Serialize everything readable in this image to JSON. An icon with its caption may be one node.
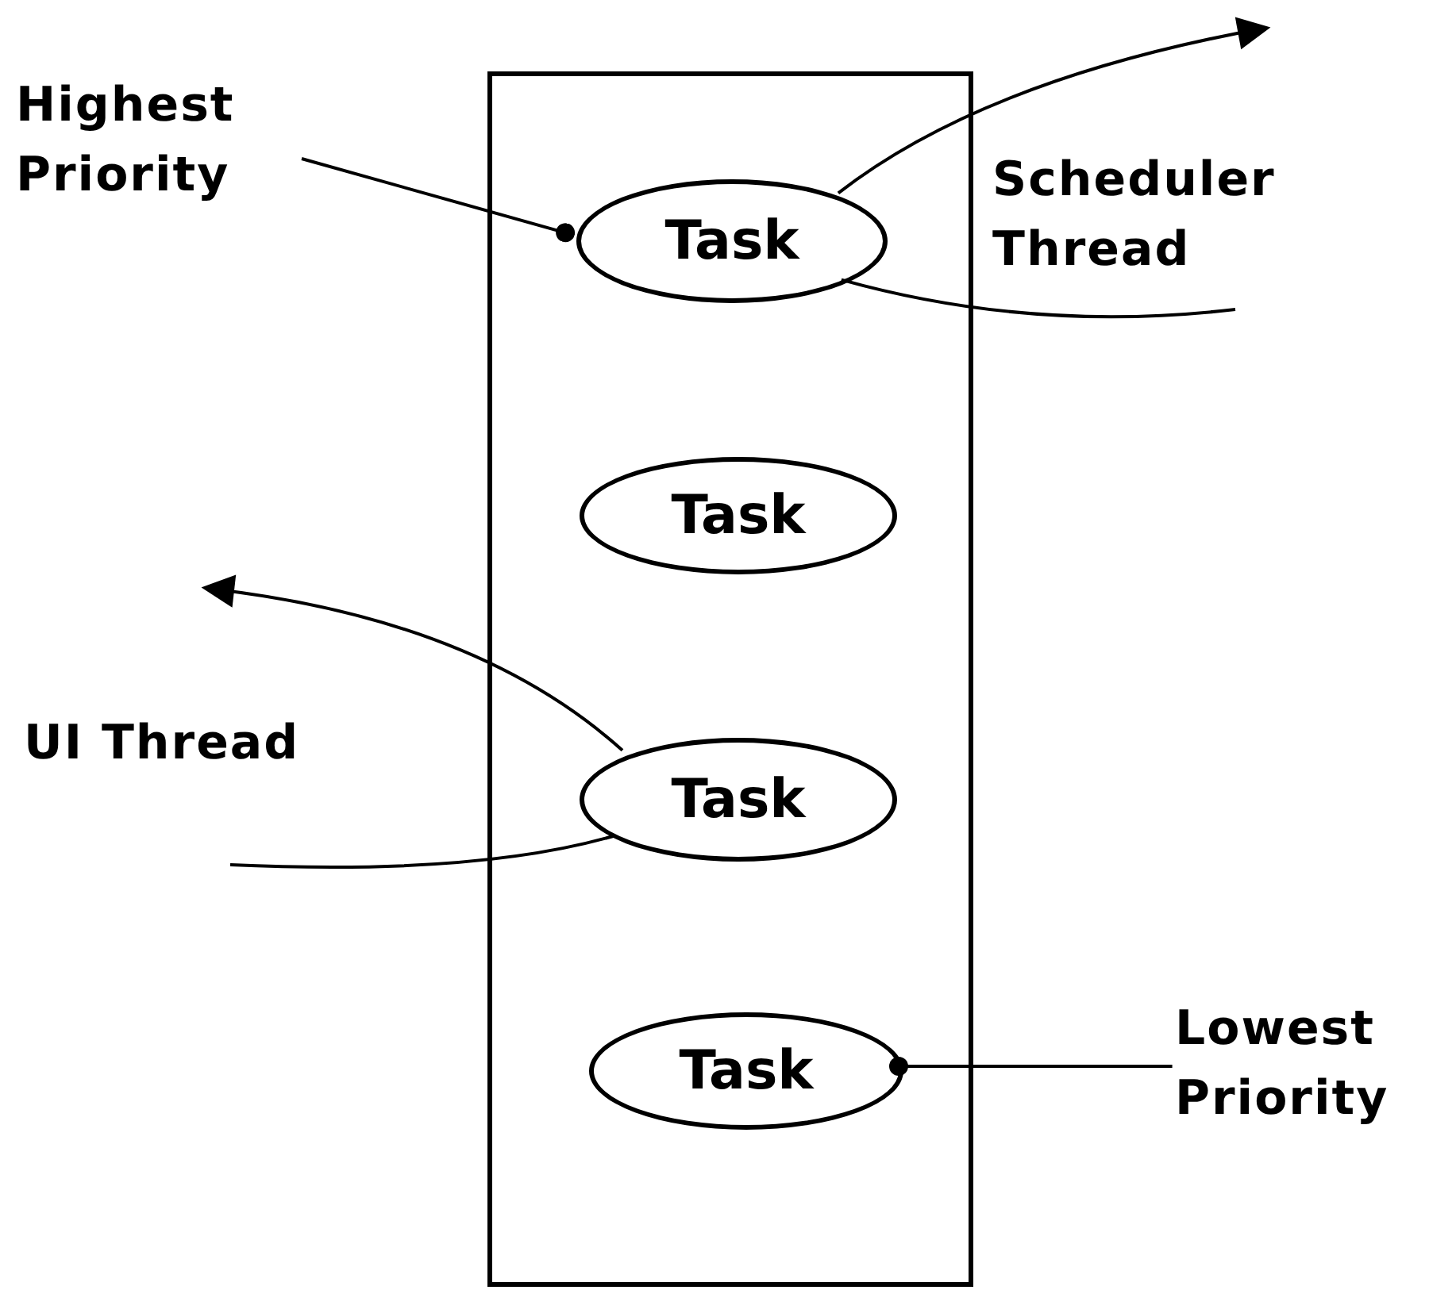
{
  "diagram": {
    "nodes": [
      {
        "text": [],
        "shape": "box"
      },
      {
        "text": [
          "Task"
        ],
        "in": 0
      },
      {
        "text": [
          "Task"
        ],
        "in": 0
      },
      {
        "text": [
          "Task"
        ],
        "in": 0
      },
      {
        "text": [
          "Task"
        ],
        "in": 0
      },
      {
        "text": [
          "Highest Priority"
        ]
      },
      {
        "text": [
          "Lowest Priority"
        ]
      }
    ],
    "edges": [
      {
        "from": 5,
        "to": 1,
        "arrow": "other"
      },
      {
        "from": 6,
        "to": 4,
        "arrow": "other"
      },
      {
        "from": null,
        "to": 1,
        "arrow": "none"
      },
      {
        "from": 1,
        "to": null,
        "arrow": "to"
      },
      {
        "from": null,
        "to": 3,
        "arrow": "none"
      },
      {
        "from": 3,
        "to": null,
        "arrow": "to"
      }
    ],
    "labels": [
      "Scheduler Thread",
      "UI Thread"
    ]
  }
}
